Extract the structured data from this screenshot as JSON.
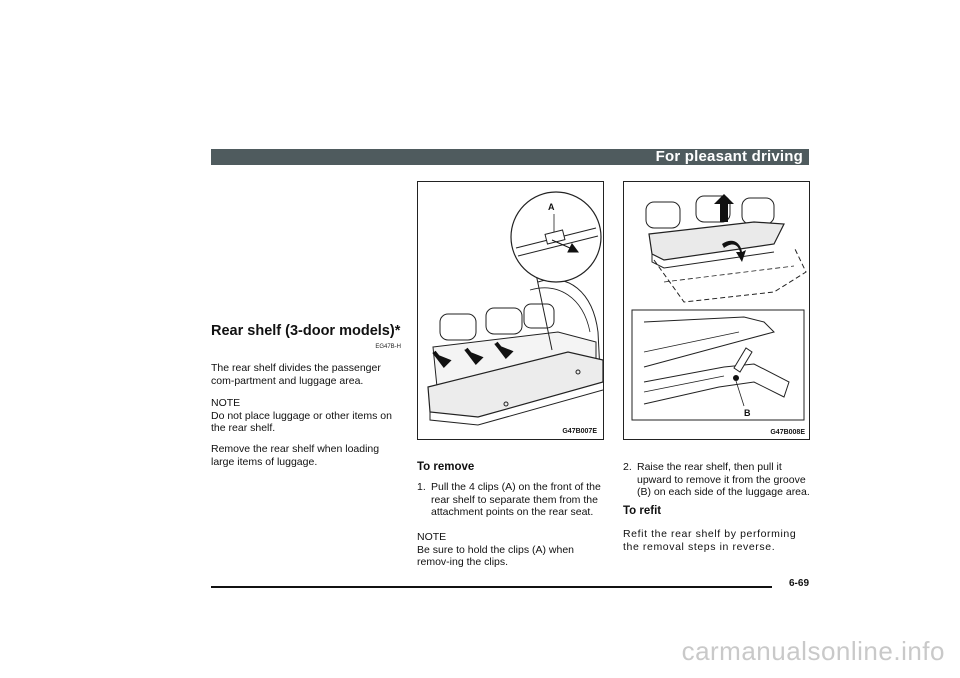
{
  "header": {
    "title": "For pleasant driving"
  },
  "section": {
    "title": "Rear shelf (3-door models)*",
    "code": "EG47B-H",
    "paragraphs": [
      "The rear shelf divides the passenger com-partment and luggage area.",
      "NOTE\nDo not place luggage or other items on the rear shelf.",
      "Remove the rear shelf when loading large items of luggage."
    ]
  },
  "figures": [
    {
      "code": "G47B007E",
      "label": "A"
    },
    {
      "code": "G47B008E",
      "label": "B"
    }
  ],
  "remove": {
    "heading": "To remove",
    "step1_num": "1.",
    "step1_text": "Pull the 4 clips (A) on the front of the rear shelf to separate them from the attachment points on the rear seat.",
    "note": "NOTE\nBe sure to hold the clips (A) when remov-ing the clips.",
    "step2_num": "2.",
    "step2_text": "Raise the rear shelf, then pull it upward to remove it from the groove (B) on each side of the luggage area."
  },
  "refit": {
    "heading": "To refit",
    "text": "Refit the rear shelf by performing the removal steps in reverse."
  },
  "footer": {
    "page_number": "6-69"
  },
  "watermark": "carmanualsonline.info"
}
